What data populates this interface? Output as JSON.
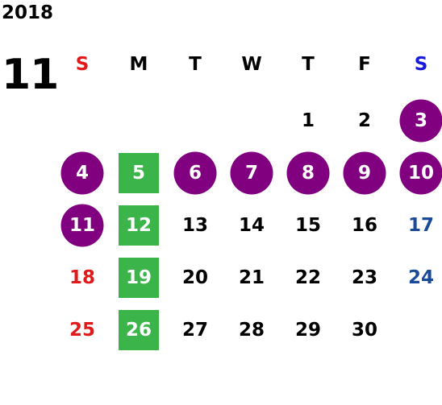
{
  "calendar": {
    "year": "2018",
    "month": "11",
    "weekdays": [
      {
        "label": "S",
        "color": "#e0191b"
      },
      {
        "label": "M",
        "color": "#000000"
      },
      {
        "label": "T",
        "color": "#000000"
      },
      {
        "label": "W",
        "color": "#000000"
      },
      {
        "label": "T",
        "color": "#000000"
      },
      {
        "label": "F",
        "color": "#000000"
      },
      {
        "label": "S",
        "color": "#1a1adb"
      }
    ],
    "first_weekday_index": 4,
    "days_in_month": 30,
    "colors": {
      "default": "#000000",
      "sunday": "#e0191b",
      "saturday": "#1a4a9a",
      "highlight_text": "#ffffff",
      "circle_mark": "#800080",
      "square_mark": "#3bb54a"
    },
    "circle_marked_days": [
      3,
      4,
      6,
      7,
      8,
      9,
      10,
      11
    ],
    "square_marked_days": [
      5,
      12,
      19,
      26
    ]
  }
}
